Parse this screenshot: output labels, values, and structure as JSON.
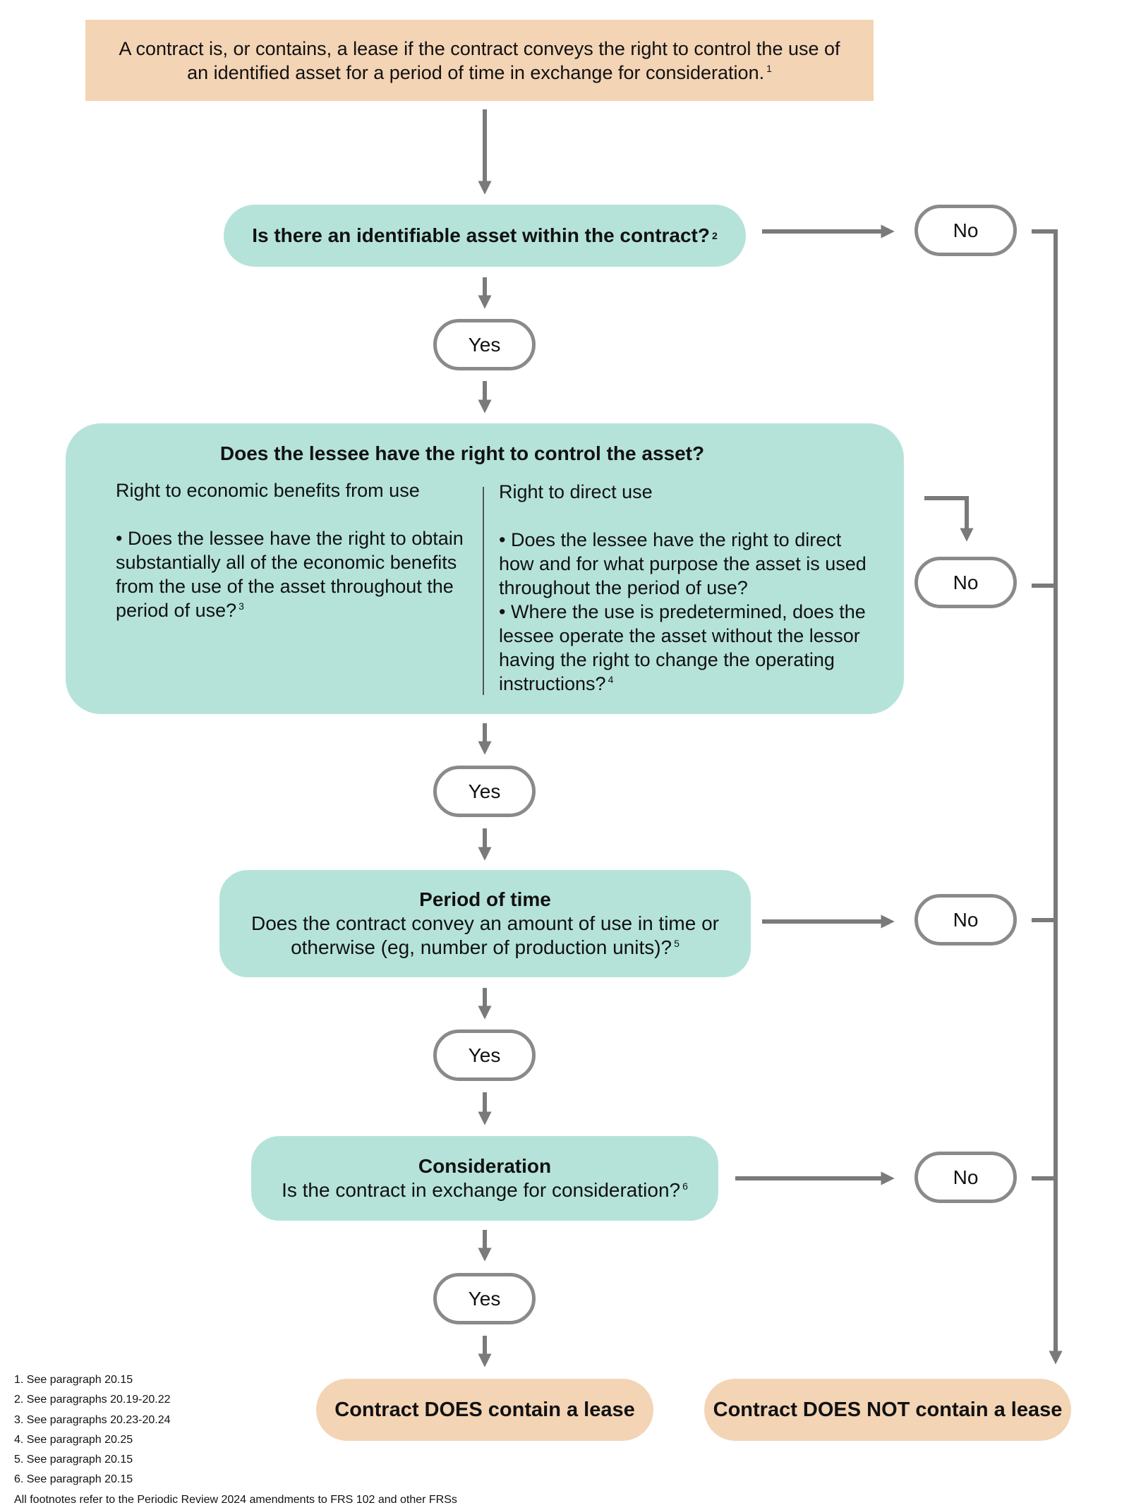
{
  "intro": {
    "text": "A contract is, or contains, a lease if the contract conveys the right to control the use of an identified asset for a period of time in exchange for consideration.",
    "footnote_ref": "1"
  },
  "identified_asset": {
    "question": "Is there an identifiable asset within the contract?",
    "footnote_ref": "2"
  },
  "control": {
    "title": "Does the lessee have the right to control the asset?",
    "economic_benefits": {
      "heading": "Right to economic benefits from use",
      "question": "• Does the lessee have the right to obtain substantially all of the economic benefits from the use of the asset throughout the period of use?",
      "footnote_ref": "3"
    },
    "direct_use": {
      "heading": "Right to direct use",
      "question_1": "• Does the lessee have the right to direct how and for what purpose the asset is used throughout the period of use?",
      "question_2": "• Where the use is predetermined, does the lessee operate the asset without the lessor having the right to change the operating instructions?",
      "footnote_ref": "4"
    }
  },
  "period": {
    "title": "Period of time",
    "question": "Does the contract convey an amount of use in time or otherwise (eg, number of production units)?",
    "footnote_ref": "5"
  },
  "consideration": {
    "title": "Consideration",
    "question": "Is the contract in exchange for consideration?",
    "footnote_ref": "6"
  },
  "labels": {
    "yes": "Yes",
    "no": "No"
  },
  "results": {
    "contains": "Contract DOES contain a lease",
    "not_contains": "Contract DOES NOT contain a lease"
  },
  "footnotes": [
    "1. See paragraph 20.15",
    "2. See paragraphs 20.19-20.22",
    "3. See paragraphs 20.23-20.24",
    "4. See paragraph 20.25",
    "5. See paragraph 20.15",
    "6. See paragraph 20.15",
    "All footnotes refer to the Periodic Review 2024 amendments to FRS 102 and other FRSs"
  ],
  "colors": {
    "peach": "#f3d4b5",
    "teal": "#b5e3da",
    "arrow": "#7a7a7a",
    "pill_border": "#8a8a8a"
  }
}
